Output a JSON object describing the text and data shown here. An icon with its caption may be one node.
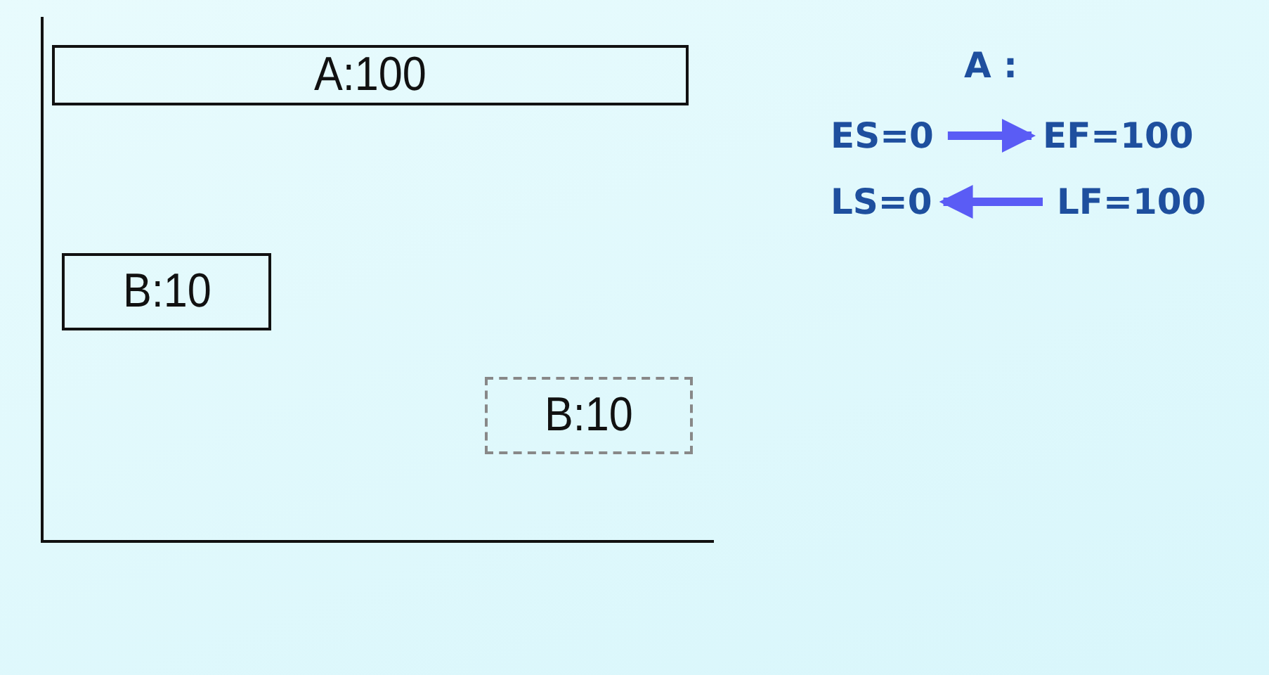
{
  "diagram": {
    "nodes": [
      {
        "text": [
          "A:100"
        ]
      },
      {
        "text": [
          "B:10"
        ]
      },
      {
        "text": [
          "B:10"
        ]
      },
      {
        "text": [
          "ES=0"
        ]
      },
      {
        "text": [
          "EF=100"
        ]
      },
      {
        "text": [
          "LS=0"
        ]
      },
      {
        "text": [
          "LF=100"
        ]
      }
    ],
    "edges": [
      {
        "from": 3,
        "to": 4,
        "arrow": "to"
      },
      {
        "from": 6,
        "to": 5,
        "arrow": "to"
      }
    ],
    "labels": [
      "A :"
    ]
  }
}
